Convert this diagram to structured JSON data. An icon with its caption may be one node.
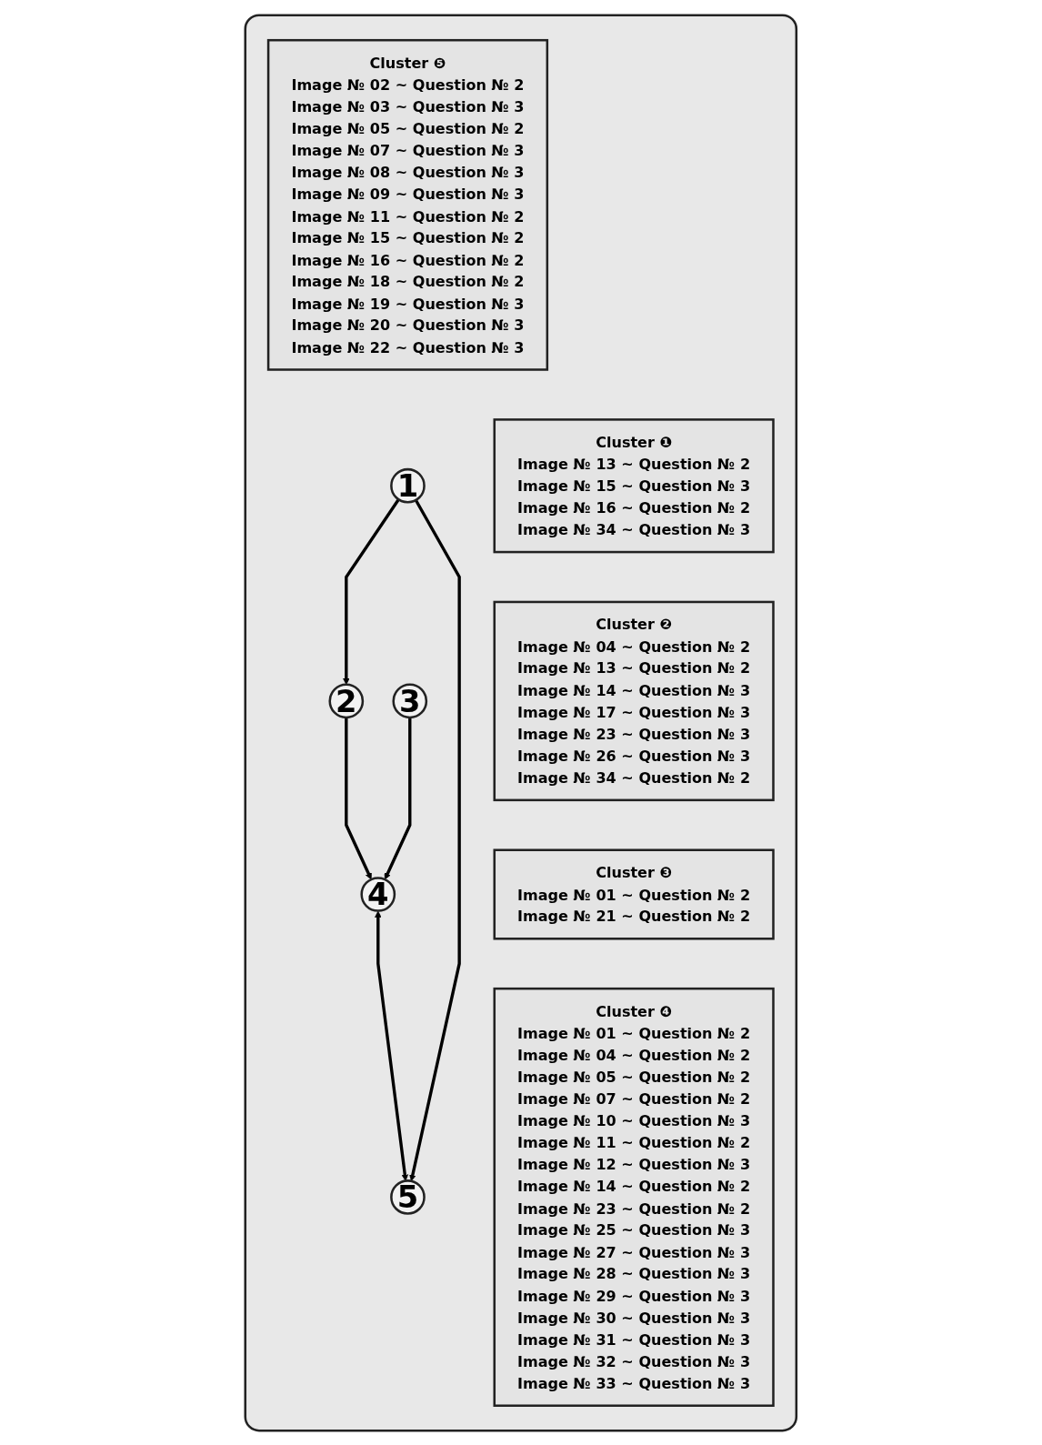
{
  "diagram": {
    "nodes": [
      {
        "text": [],
        "shape": "box"
      },
      {
        "text": [
          "Cluster ❶",
          "Image № 13 ~ Question № 2",
          "Image № 15 ~ Question № 3",
          "Image № 16 ~ Question № 2",
          "Image № 34 ~ Question № 3"
        ],
        "in": 0
      },
      {
        "text": [
          "Cluster ❷",
          "Image № 04 ~ Question № 2",
          "Image № 13 ~ Question № 2",
          "Image № 14 ~ Question № 3",
          "Image № 17 ~ Question № 3",
          "Image № 23 ~ Question № 3",
          "Image № 26 ~ Question № 3",
          "Image № 34 ~ Question № 2"
        ],
        "in": 0
      },
      {
        "text": [
          "Cluster ❸",
          "Image № 01 ~ Question № 2",
          "Image № 21 ~ Question № 2"
        ],
        "in": 0
      },
      {
        "text": [
          "Cluster ❹",
          "Image № 01 ~ Question № 2",
          "Image № 04 ~ Question № 2",
          "Image № 05 ~ Question № 2",
          "Image № 07 ~ Question № 2",
          "Image № 10 ~ Question № 3",
          "Image № 11 ~ Question № 2",
          "Image № 12 ~ Question № 3",
          "Image № 14 ~ Question № 2",
          "Image № 23 ~ Question № 2",
          "Image № 25 ~ Question № 3",
          "Image № 27 ~ Question № 3",
          "Image № 28 ~ Question № 3",
          "Image № 29 ~ Question № 3",
          "Image № 30 ~ Question № 3",
          "Image № 31 ~ Question № 3",
          "Image № 32 ~ Question № 3",
          "Image № 33 ~ Question № 3"
        ],
        "in": 0
      },
      {
        "text": [
          "Cluster ❺",
          "Image № 02 ~ Question № 2",
          "Image № 03 ~ Question № 3",
          "Image № 05 ~ Question № 2",
          "Image № 07 ~ Question № 3",
          "Image № 08 ~ Question № 3",
          "Image № 09 ~ Question № 3",
          "Image № 11 ~ Question № 2",
          "Image № 15 ~ Question № 2",
          "Image № 16 ~ Question № 2",
          "Image № 18 ~ Question № 2",
          "Image № 19 ~ Question № 3",
          "Image № 20 ~ Question № 3",
          "Image № 22 ~ Question № 3"
        ],
        "in": 0
      },
      {
        "text": [
          "4"
        ],
        "in": 0
      },
      {
        "text": [
          "1"
        ],
        "in": 0
      },
      {
        "text": [
          "2"
        ],
        "in": 0
      },
      {
        "text": [
          "3"
        ],
        "in": 0
      },
      {
        "text": [
          "5"
        ],
        "in": 0
      }
    ],
    "edges": [
      {
        "from": 7,
        "to": 8,
        "arrow": "to"
      },
      {
        "from": 8,
        "to": 6,
        "arrow": "to"
      },
      {
        "from": 9,
        "to": 6,
        "arrow": "to"
      },
      {
        "from": 6,
        "to": 10,
        "arrow": "both"
      },
      {
        "from": 7,
        "to": 10,
        "arrow": "to"
      }
    ]
  }
}
